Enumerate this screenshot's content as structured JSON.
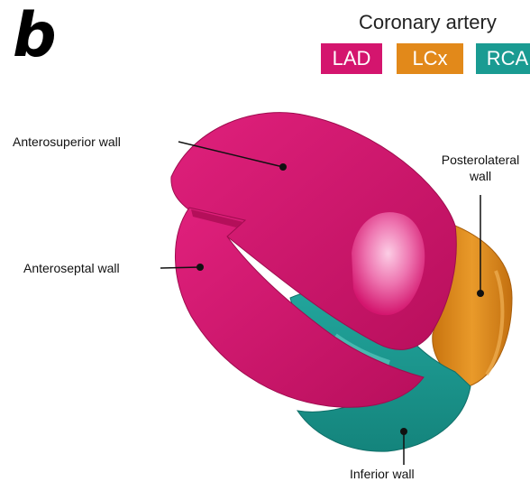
{
  "panel": {
    "letter": "b"
  },
  "legend": {
    "title": "Coronary artery",
    "items": [
      {
        "label": "LAD",
        "color": "#d4156e"
      },
      {
        "label": "LCx",
        "color": "#e2891a"
      },
      {
        "label": "RCA",
        "color": "#1a9b92"
      }
    ]
  },
  "labels": {
    "anterosuperior": "Anterosuperior wall",
    "anteroseptal": "Anteroseptal wall",
    "posterolateral_line1": "Posterolateral",
    "posterolateral_line2": "wall",
    "inferior": "Inferior wall"
  },
  "colors": {
    "lad": "#d4156e",
    "lad_dark": "#a50d52",
    "lcx": "#e2891a",
    "lcx_dark": "#b0640c",
    "rca": "#1a9b92",
    "rca_dark": "#0f6e68"
  }
}
